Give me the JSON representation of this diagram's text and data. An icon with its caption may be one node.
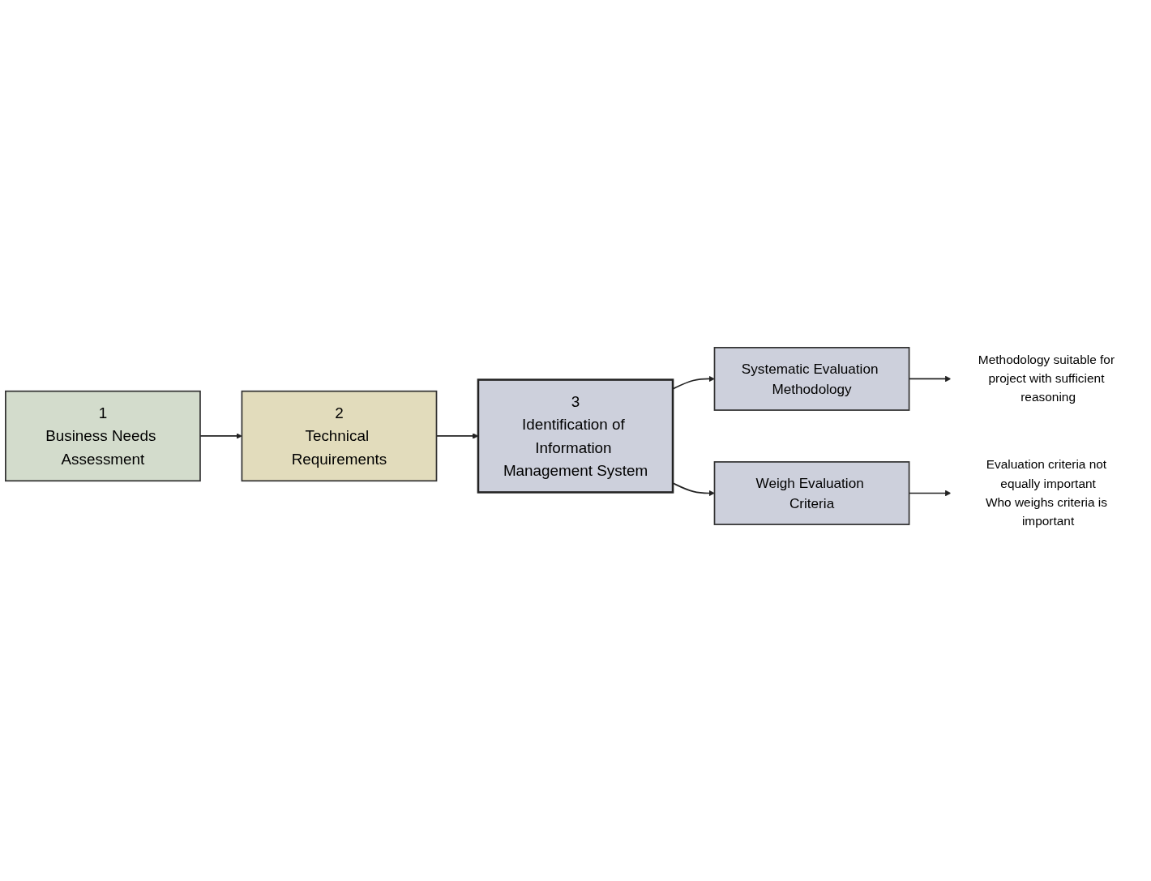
{
  "diagram": {
    "nodes": [
      {
        "text": [
          "1",
          "Business Needs Assessment"
        ]
      },
      {
        "text": [
          "2",
          "Technical Requirements"
        ]
      },
      {
        "text": [
          "3",
          "Identification of Information Management System"
        ]
      },
      {
        "text": [
          "Systematic Evaluation Methodology"
        ]
      },
      {
        "text": [
          "Weigh Evaluation Criteria"
        ]
      },
      {
        "text": [
          "Methodology suitable for project with sufficient reasoning"
        ]
      },
      {
        "text": [
          "Evaluation criteria not equally important",
          "Who weighs criteria is important"
        ]
      }
    ],
    "edges": [
      {
        "from": 0,
        "to": 1,
        "arrow": "to"
      },
      {
        "from": 1,
        "to": 2,
        "arrow": "to"
      },
      {
        "from": 2,
        "to": 3,
        "arrow": "to"
      },
      {
        "from": 2,
        "to": 4,
        "arrow": "to"
      },
      {
        "from": 3,
        "to": 5,
        "arrow": "to"
      },
      {
        "from": 4,
        "to": 6,
        "arrow": "to"
      }
    ]
  }
}
